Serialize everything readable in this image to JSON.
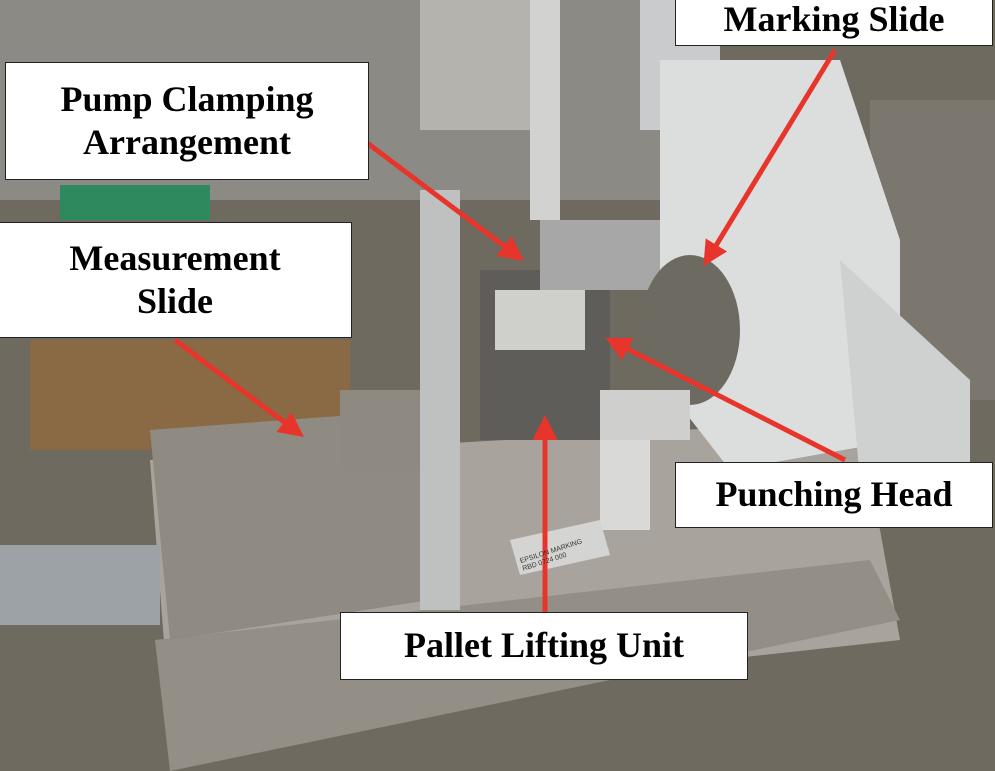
{
  "labels": {
    "marking_slide": "Marking Slide",
    "pump_clamping": "Pump Clamping Arrangement",
    "pump_clamping_line1": "Pump Clamping",
    "pump_clamping_line2": "Arrangement",
    "measurement_line1": "Measurement",
    "measurement_line2": "Slide",
    "punching_head": "Punching Head",
    "pallet_lifting": "Pallet Lifting Unit"
  },
  "plate": {
    "line1": "EPSILON MARKING",
    "line2": "RBD 0724 000"
  },
  "colors": {
    "arrow": "#e8352b",
    "label_bg": "#ffffff"
  }
}
